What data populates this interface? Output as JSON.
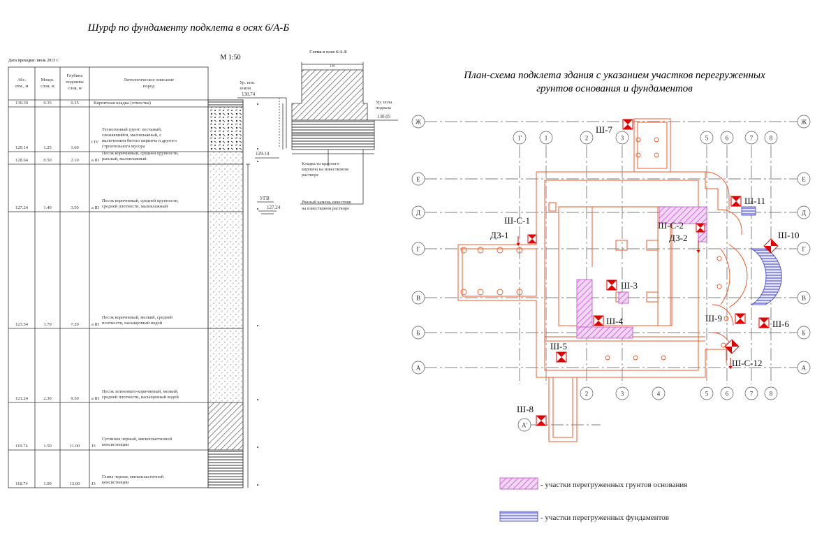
{
  "left_title": "Шурф по фундаменту подклета в осях 6/А-Б",
  "right_title_line1": "План-схема подклета здания с указанием участков перегруженных",
  "right_title_line2": "грунтов основания и фундаментов",
  "date_note": "Дата проходки: июль 2013 г.",
  "scale": "М 1:50",
  "scheme_label": "Схема в осях 6/А-Б",
  "table_headers": {
    "abs": [
      "Абс.",
      "отм., м"
    ],
    "thick": [
      "Мощн.",
      "слоя, м"
    ],
    "depth": [
      "Глубина",
      "подошвы",
      "слоя, м"
    ],
    "desc": [
      "Литологическое описание",
      "пород"
    ]
  },
  "layers": [
    {
      "abs": "130.39",
      "thick": "0.35",
      "depth": "0.35",
      "idx": "",
      "desc": [
        "Кирпичная кладка (отмостка)"
      ]
    },
    {
      "abs": "129.14",
      "thick": "1.25",
      "depth": "1.60",
      "idx": "t IV",
      "desc": [
        "Техногенный грунт: песчаный,",
        "слежавшийся, маловлажный, с",
        "включением битого кирпича и другого",
        "строительного мусора"
      ]
    },
    {
      "abs": "128.64",
      "thick": "0.50",
      "depth": "2.10",
      "idx": "a III",
      "desc": [
        "Песок коричневый, средней крупности,",
        "рыхлый, маловлажный"
      ]
    },
    {
      "abs": "127.24",
      "thick": "1.40",
      "depth": "3.50",
      "idx": "a III",
      "desc": [
        "Песок коричневый, средней крупности,",
        "средней плотности, маловлажный"
      ]
    },
    {
      "abs": "123.54",
      "thick": "3.70",
      "depth": "7.20",
      "idx": "a III",
      "desc": [
        "Песок коричневый, мелкий, средней",
        "плотности, насыщенный водой"
      ]
    },
    {
      "abs": "121.24",
      "thick": "2.30",
      "depth": "9.50",
      "idx": "a III",
      "desc": [
        "Песок зеленовато-коричневый, мелкий,",
        "средней плотности, насыщенный водой"
      ]
    },
    {
      "abs": "119.74",
      "thick": "1.50",
      "depth": "11.00",
      "idx": "J3",
      "desc": [
        "Суглинок черный, мягкопластичной",
        "консистенции"
      ]
    },
    {
      "abs": "118.74",
      "thick": "1.00",
      "depth": "12.00",
      "idx": "J3",
      "desc": [
        "Глина черная, мягкопластичной",
        "консистенции"
      ]
    }
  ],
  "section_labels": {
    "ground_level": [
      "Ур. пов.",
      "земли"
    ],
    "ground_value": "130.74",
    "floor_level": [
      "Ур. пола",
      "подвала"
    ],
    "floor_value": "130.05",
    "base_value": "129.14",
    "masonry_note": [
      "Кладка из красного",
      "кирпича на известковом",
      "растворе"
    ],
    "ugv": "УГВ",
    "ugv_value": "127.24",
    "rubble_note": [
      "Рваный камень известняк",
      "на известковом растворе"
    ]
  },
  "axes_h": [
    "Ж",
    "Е",
    "Д",
    "Г",
    "В",
    "Б",
    "А"
  ],
  "axes_v_top": [
    "1'",
    "1",
    "2",
    "3",
    "5",
    "6",
    "7",
    "8"
  ],
  "axes_v_bottom": [
    "2",
    "3",
    "4",
    "5",
    "6",
    "7",
    "8"
  ],
  "axis_extra": "А'",
  "pits": [
    "Ш-7",
    "Ш-С-1",
    "ДЗ-1",
    "Ш-С-2",
    "ДЗ-2",
    "Ш-11",
    "Ш-10",
    "Ш-3",
    "Ш-4",
    "Ш-9",
    "Ш-6",
    "Ш-5",
    "Ш-С-12",
    "Ш-8"
  ],
  "legend": {
    "soil": "- участки перегруженных грунтов основания",
    "foundation": "- участки перегруженных фундаментов"
  },
  "colors": {
    "plan": "#f05a28",
    "axis": "#555555",
    "soil_hatch": "#c04ad0",
    "foundation_hatch": "#3a3acc",
    "marker": "#e00000"
  }
}
